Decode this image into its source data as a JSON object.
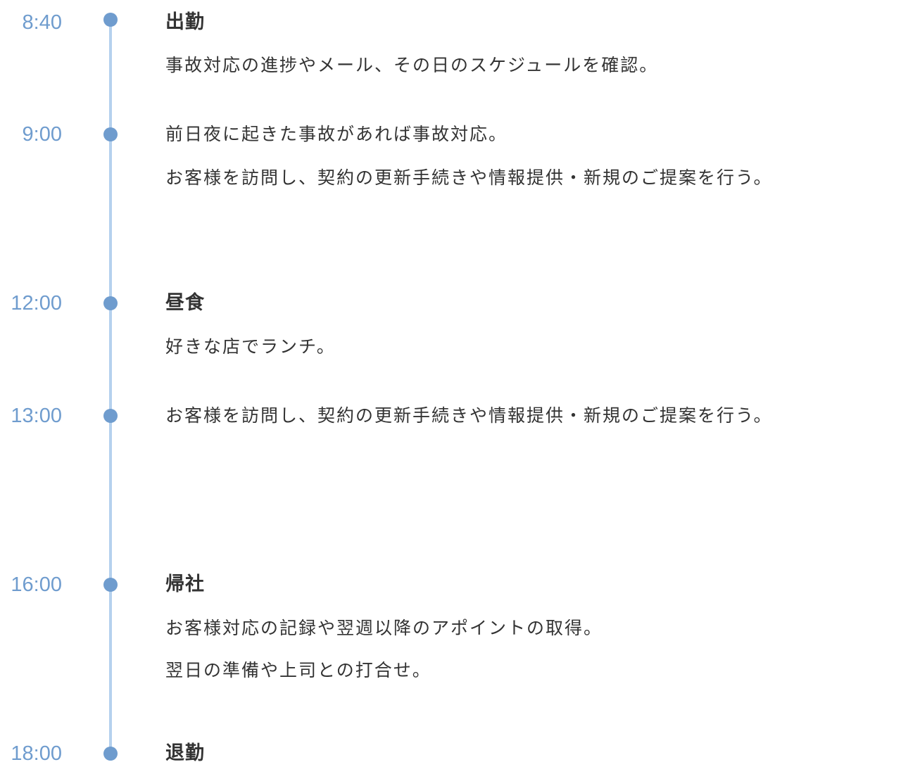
{
  "events": [
    {
      "time": "8:40",
      "title": "出勤",
      "lines": [
        "事故対応の進捗やメール、その日のスケジュールを確認。"
      ]
    },
    {
      "time": "9:00",
      "title": "",
      "lines": [
        "前日夜に起きた事故があれば事故対応。",
        "お客様を訪問し、契約の更新手続きや情報提供・新規のご提案を行う。"
      ]
    },
    {
      "time": "12:00",
      "title": "昼食",
      "lines": [
        "好きな店でランチ。"
      ]
    },
    {
      "time": "13:00",
      "title": "",
      "lines": [
        "お客様を訪問し、契約の更新手続きや情報提供・新規のご提案を行う。"
      ]
    },
    {
      "time": "16:00",
      "title": "帰社",
      "lines": [
        "お客様対応の記録や翌週以降のアポイントの取得。",
        "翌日の準備や上司との打合せ。"
      ]
    },
    {
      "time": "18:00",
      "title": "退勤",
      "lines": []
    }
  ],
  "colors": {
    "accent": "#6f9cce",
    "line": "#b5d1ee",
    "text": "#333333"
  }
}
